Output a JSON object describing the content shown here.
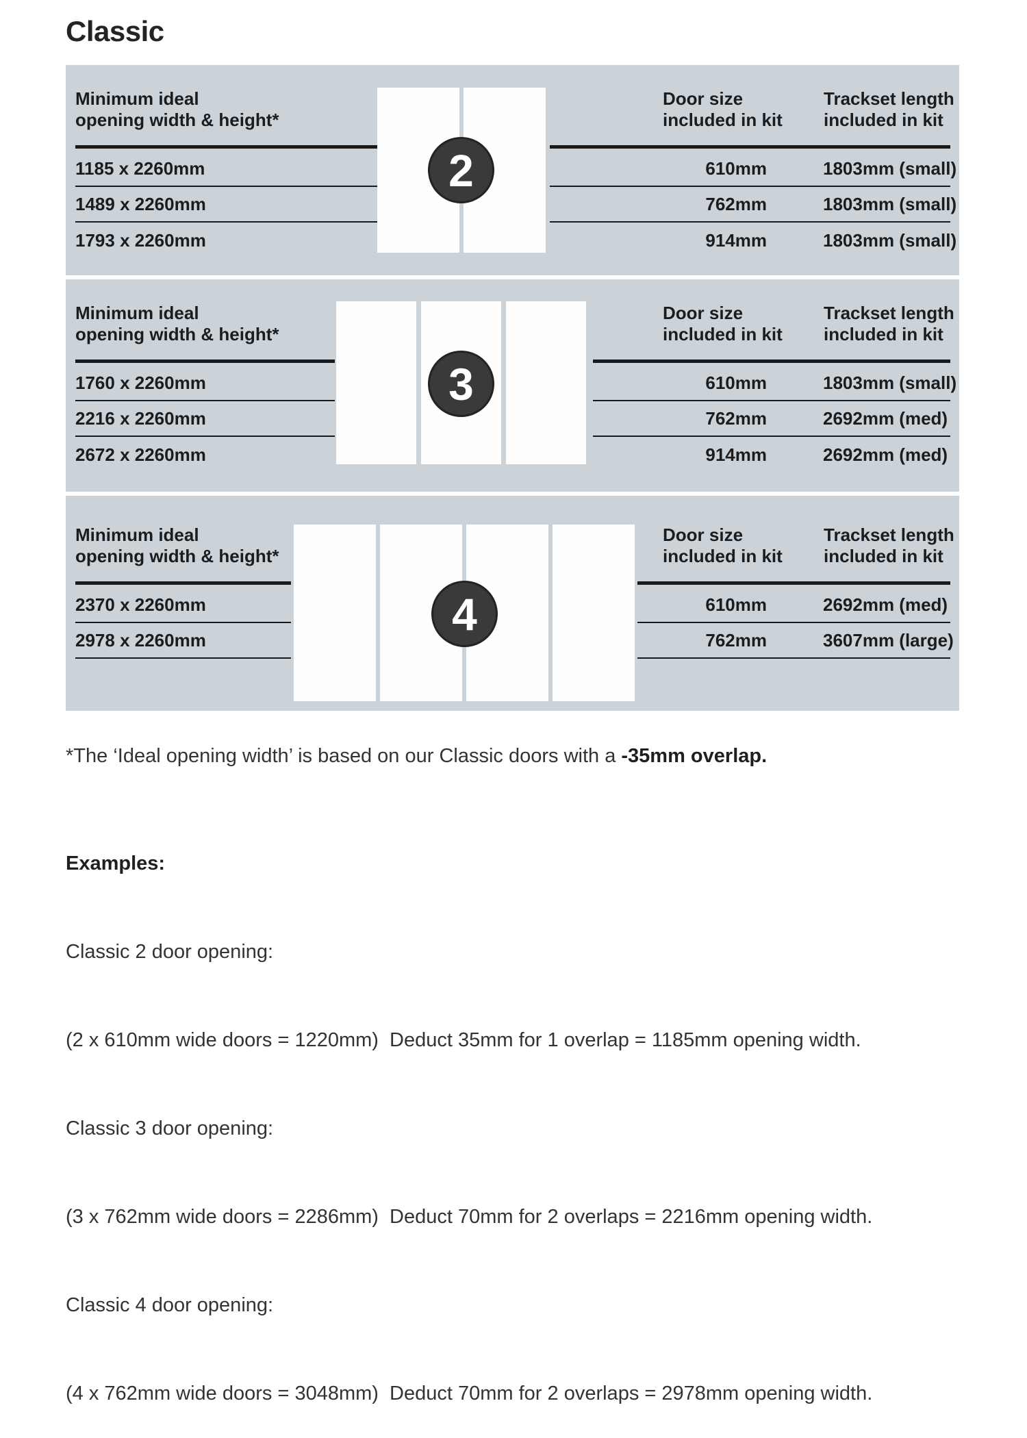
{
  "title": "Classic",
  "colors": {
    "panel_bg": "#cbd3d9",
    "door_fill": "#fefefe",
    "badge_bg": "#3a3a3a",
    "rule": "#1a1a1a",
    "text": "#1c1c1c"
  },
  "sections": [
    {
      "door_count": "2",
      "left_header_line1": "Minimum ideal",
      "left_header_line2": "opening width & height*",
      "left_rows": [
        "1185 x 2260mm",
        "1489 x 2260mm",
        "1793 x 2260mm"
      ],
      "door_size_header_line1": "Door size",
      "door_size_header_line2": "included in kit",
      "trackset_header_line1": "Trackset length",
      "trackset_header_line2": "included in kit",
      "rows": [
        {
          "door_size": "610mm",
          "trackset": "1803mm (small)"
        },
        {
          "door_size": "762mm",
          "trackset": "1803mm (small)"
        },
        {
          "door_size": "914mm",
          "trackset": "1803mm (small)"
        }
      ]
    },
    {
      "door_count": "3",
      "left_header_line1": "Minimum ideal",
      "left_header_line2": "opening width & height*",
      "left_rows": [
        "1760 x 2260mm",
        "2216 x 2260mm",
        "2672 x 2260mm"
      ],
      "door_size_header_line1": "Door size",
      "door_size_header_line2": "included in kit",
      "trackset_header_line1": "Trackset length",
      "trackset_header_line2": "included in kit",
      "rows": [
        {
          "door_size": "610mm",
          "trackset": "1803mm (small)"
        },
        {
          "door_size": "762mm",
          "trackset": "2692mm (med)"
        },
        {
          "door_size": "914mm",
          "trackset": "2692mm (med)"
        }
      ]
    },
    {
      "door_count": "4",
      "left_header_line1": "Minimum ideal",
      "left_header_line2": "opening width & height*",
      "left_rows": [
        "2370 x 2260mm",
        "2978 x 2260mm"
      ],
      "door_size_header_line1": "Door size",
      "door_size_header_line2": "included in kit",
      "trackset_header_line1": "Trackset length",
      "trackset_header_line2": "included in kit",
      "rows": [
        {
          "door_size": "610mm",
          "trackset": "2692mm (med)"
        },
        {
          "door_size": "762mm",
          "trackset": "3607mm (large)"
        }
      ]
    }
  ],
  "footnote": {
    "text": "*The ‘Ideal opening width’ is based on our Classic doors with a ",
    "bold": "-35mm overlap."
  },
  "examples": {
    "heading": "Examples:",
    "lines": [
      {
        "label": "Classic 2 door opening:",
        "detail": "(2 x 610mm wide doors = 1220mm)  Deduct 35mm for 1 overlap = 1185mm opening width."
      },
      {
        "label": "Classic 3 door opening:",
        "detail": "(3 x 762mm wide doors = 2286mm)  Deduct 70mm for 2 overlaps = 2216mm opening width."
      },
      {
        "label": "Classic 4 door opening:",
        "detail": "(4 x 762mm wide doors = 3048mm)  Deduct 70mm for 2 overlaps = 2978mm opening width."
      }
    ]
  }
}
